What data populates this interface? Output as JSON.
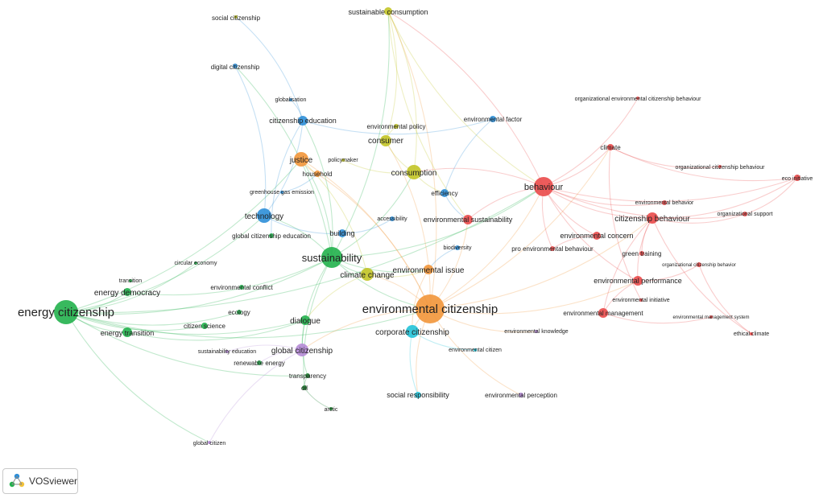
{
  "map": {
    "clusters": {
      "red": "#ea4a4a",
      "green": "#22b14c",
      "blue": "#2e8fd8",
      "yellow": "#c2c426",
      "purple": "#b58bd6",
      "cyan": "#23c3d8",
      "orange": "#f2963a",
      "darkgreen": "#1a7f2e"
    },
    "nodes": [
      {
        "id": "energy-citizenship",
        "label": "energy citizenship",
        "cluster": "green"
      },
      {
        "id": "energy-democracy",
        "label": "energy democracy",
        "cluster": "green"
      },
      {
        "id": "transition",
        "label": "transition",
        "cluster": "green"
      },
      {
        "id": "energy-transition",
        "label": "energy transition",
        "cluster": "green"
      },
      {
        "id": "circular-economy",
        "label": "circular economy",
        "cluster": "green"
      },
      {
        "id": "environmental-conflict",
        "label": "environmental conflict",
        "cluster": "green"
      },
      {
        "id": "ecology",
        "label": "ecology",
        "cluster": "green"
      },
      {
        "id": "citizen-science",
        "label": "citizen science",
        "cluster": "green"
      },
      {
        "id": "dialogue",
        "label": "dialogue",
        "cluster": "green"
      },
      {
        "id": "global-citizenship-education",
        "label": "global citizenship education",
        "cluster": "green"
      },
      {
        "id": "renewable-energy",
        "label": "renewable energy",
        "cluster": "green"
      },
      {
        "id": "transparency",
        "label": "transparency",
        "cluster": "darkgreen"
      },
      {
        "id": "oil",
        "label": "oil",
        "cluster": "darkgreen"
      },
      {
        "id": "arctic",
        "label": "arctic",
        "cluster": "darkgreen"
      },
      {
        "id": "sustainability",
        "label": "sustainability",
        "cluster": "green"
      },
      {
        "id": "social-citizenship",
        "label": "social citizenship",
        "cluster": "yellow"
      },
      {
        "id": "digital-citizenship",
        "label": "digital citizenship",
        "cluster": "blue"
      },
      {
        "id": "globalisation",
        "label": "globalisation",
        "cluster": "blue"
      },
      {
        "id": "citizenship-education",
        "label": "citizenship education",
        "cluster": "blue"
      },
      {
        "id": "technology",
        "label": "technology",
        "cluster": "blue"
      },
      {
        "id": "building",
        "label": "building",
        "cluster": "blue"
      },
      {
        "id": "efficiency",
        "label": "efficiency",
        "cluster": "blue"
      },
      {
        "id": "environmental-factor",
        "label": "environmental factor",
        "cluster": "blue"
      },
      {
        "id": "biodiversity",
        "label": "biodiversity",
        "cluster": "blue"
      },
      {
        "id": "accessibility",
        "label": "accessibility",
        "cluster": "blue"
      },
      {
        "id": "greenhouse-gas-emission",
        "label": "greenhouse gas emission",
        "cluster": "blue"
      },
      {
        "id": "sustainable-consumption",
        "label": "sustainable consumption",
        "cluster": "yellow"
      },
      {
        "id": "environmental-policy",
        "label": "environmental policy",
        "cluster": "yellow"
      },
      {
        "id": "consumer",
        "label": "consumer",
        "cluster": "yellow"
      },
      {
        "id": "policymaker",
        "label": "policymaker",
        "cluster": "yellow"
      },
      {
        "id": "consumption",
        "label": "consumption",
        "cluster": "yellow"
      },
      {
        "id": "climate-change",
        "label": "climate change",
        "cluster": "yellow"
      },
      {
        "id": "justice",
        "label": "justice",
        "cluster": "orange"
      },
      {
        "id": "household",
        "label": "household",
        "cluster": "orange"
      },
      {
        "id": "environmental-citizenship",
        "label": "environmental citizenship",
        "cluster": "orange"
      },
      {
        "id": "environmental-issue",
        "label": "environmental issue",
        "cluster": "orange"
      },
      {
        "id": "global-citizenship",
        "label": "global citizenship",
        "cluster": "purple"
      },
      {
        "id": "sustainability-education",
        "label": "sustainability education",
        "cluster": "purple"
      },
      {
        "id": "global-citizen",
        "label": "global citizen",
        "cluster": "purple"
      },
      {
        "id": "environmental-knowledge",
        "label": "environmental knowledge",
        "cluster": "purple"
      },
      {
        "id": "environmental-perception",
        "label": "environmental perception",
        "cluster": "purple"
      },
      {
        "id": "corporate-citizenship",
        "label": "corporate citizenship",
        "cluster": "cyan"
      },
      {
        "id": "environmental-citizen",
        "label": "environmental citizen",
        "cluster": "cyan"
      },
      {
        "id": "social-responsibility",
        "label": "social responsibility",
        "cluster": "cyan"
      },
      {
        "id": "behaviour",
        "label": "behaviour",
        "cluster": "red"
      },
      {
        "id": "climate",
        "label": "climate",
        "cluster": "red"
      },
      {
        "id": "organizational-environmental-citizenship-behaviour",
        "label": "organizational environmental citizenship behaviour",
        "cluster": "red"
      },
      {
        "id": "organizational-citizenship-behaviour",
        "label": "organizational citizenship behaviour",
        "cluster": "red"
      },
      {
        "id": "eco-initiative",
        "label": "eco initiative",
        "cluster": "red"
      },
      {
        "id": "environmental-behavior",
        "label": "environmental behavior",
        "cluster": "red"
      },
      {
        "id": "citizenship-behaviour",
        "label": "citizenship behaviour",
        "cluster": "red"
      },
      {
        "id": "organizational-support",
        "label": "organizational support",
        "cluster": "red"
      },
      {
        "id": "environmental-sustainability",
        "label": "environmental sustainability",
        "cluster": "red"
      },
      {
        "id": "environmental-concern",
        "label": "environmental concern",
        "cluster": "red"
      },
      {
        "id": "pro-environmental-behaviour",
        "label": "pro environmental behaviour",
        "cluster": "red"
      },
      {
        "id": "green-training",
        "label": "green training",
        "cluster": "red"
      },
      {
        "id": "organizational-citizenship-behavior",
        "label": "organizational citizenship behavior",
        "cluster": "red"
      },
      {
        "id": "environmental-performance",
        "label": "environmental performance",
        "cluster": "red"
      },
      {
        "id": "environmental-initiative",
        "label": "environmental initiative",
        "cluster": "red"
      },
      {
        "id": "environmental-management",
        "label": "environmental management",
        "cluster": "red"
      },
      {
        "id": "environmental-management-system",
        "label": "environmental management system",
        "cluster": "red"
      },
      {
        "id": "ethical-climate",
        "label": "ethical climate",
        "cluster": "red"
      }
    ],
    "edges": [
      [
        "energy-citizenship",
        "energy-democracy"
      ],
      [
        "energy-citizenship",
        "energy-transition"
      ],
      [
        "energy-citizenship",
        "sustainability"
      ],
      [
        "energy-citizenship",
        "dialogue"
      ],
      [
        "energy-citizenship",
        "ecology"
      ],
      [
        "energy-citizenship",
        "technology"
      ],
      [
        "energy-citizenship",
        "environmental-citizenship"
      ],
      [
        "energy-citizenship",
        "justice"
      ],
      [
        "energy-citizenship",
        "transparency"
      ],
      [
        "energy-citizenship",
        "citizen-science"
      ],
      [
        "energy-citizenship",
        "circular-economy"
      ],
      [
        "energy-citizenship",
        "behaviour"
      ],
      [
        "energy-citizenship",
        "global-citizen"
      ],
      [
        "energy-democracy",
        "sustainability"
      ],
      [
        "energy-transition",
        "dialogue"
      ],
      [
        "sustainability",
        "environmental-citizenship"
      ],
      [
        "sustainability",
        "technology"
      ],
      [
        "sustainability",
        "climate-change"
      ],
      [
        "sustainability",
        "behaviour"
      ],
      [
        "sustainability",
        "citizenship-education"
      ],
      [
        "sustainability",
        "consumption"
      ],
      [
        "sustainability",
        "global-citizenship"
      ],
      [
        "sustainability",
        "environmental-issue"
      ],
      [
        "sustainability",
        "justice"
      ],
      [
        "sustainability",
        "digital-citizenship"
      ],
      [
        "sustainability",
        "sustainable-consumption"
      ],
      [
        "sustainability",
        "oil"
      ],
      [
        "environmental-citizenship",
        "behaviour"
      ],
      [
        "environmental-citizenship",
        "climate-change"
      ],
      [
        "environmental-citizenship",
        "corporate-citizenship"
      ],
      [
        "environmental-citizenship",
        "social-responsibility"
      ],
      [
        "environmental-citizenship",
        "environmental-sustainability"
      ],
      [
        "environmental-citizenship",
        "citizenship-behaviour"
      ],
      [
        "environmental-citizenship",
        "environmental-knowledge"
      ],
      [
        "environmental-citizenship",
        "consumer"
      ],
      [
        "environmental-citizenship",
        "sustainable-consumption"
      ],
      [
        "environmental-citizenship",
        "environmental-perception"
      ],
      [
        "environmental-citizenship",
        "global-citizenship"
      ],
      [
        "environmental-citizenship",
        "justice"
      ],
      [
        "environmental-citizenship",
        "household"
      ],
      [
        "environmental-citizenship",
        "environmental-performance"
      ],
      [
        "environmental-citizenship",
        "climate"
      ],
      [
        "behaviour",
        "climate"
      ],
      [
        "behaviour",
        "citizenship-behaviour"
      ],
      [
        "behaviour",
        "eco-initiative"
      ],
      [
        "behaviour",
        "environmental-concern"
      ],
      [
        "behaviour",
        "environmental-behavior"
      ],
      [
        "behaviour",
        "organizational-environmental-citizenship-behaviour"
      ],
      [
        "behaviour",
        "environmental-sustainability"
      ],
      [
        "behaviour",
        "pro-environmental-behaviour"
      ],
      [
        "behaviour",
        "sustainable-consumption"
      ],
      [
        "behaviour",
        "consumption"
      ],
      [
        "behaviour",
        "environmental-performance"
      ],
      [
        "behaviour",
        "organizational-support"
      ],
      [
        "citizenship-behaviour",
        "environmental-performance"
      ],
      [
        "citizenship-behaviour",
        "green-training"
      ],
      [
        "citizenship-behaviour",
        "organizational-support"
      ],
      [
        "citizenship-behaviour",
        "eco-initiative"
      ],
      [
        "citizenship-behaviour",
        "environmental-management"
      ],
      [
        "citizenship-behaviour",
        "ethical-climate"
      ],
      [
        "climate",
        "eco-initiative"
      ],
      [
        "climate",
        "organizational-citizenship-behaviour"
      ],
      [
        "climate",
        "environmental-initiative"
      ],
      [
        "environmental-performance",
        "environmental-management"
      ],
      [
        "environmental-performance",
        "organizational-citizenship-behavior"
      ],
      [
        "environmental-management",
        "environmental-management-system"
      ],
      [
        "organizational-support",
        "eco-initiative"
      ],
      [
        "organizational-citizenship-behavior",
        "ethical-climate"
      ],
      [
        "environmental-concern",
        "pro-environmental-behaviour"
      ],
      [
        "technology",
        "citizenship-education"
      ],
      [
        "technology",
        "building"
      ],
      [
        "technology",
        "digital-citizenship"
      ],
      [
        "citizenship-education",
        "globalisation"
      ],
      [
        "citizenship-education",
        "social-citizenship"
      ],
      [
        "citizenship-education",
        "environmental-factor"
      ],
      [
        "citizenship-education",
        "global-citizenship-education"
      ],
      [
        "consumer",
        "sustainable-consumption"
      ],
      [
        "consumer",
        "consumption"
      ],
      [
        "consumption",
        "sustainable-consumption"
      ],
      [
        "consumption",
        "efficiency"
      ],
      [
        "climate-change",
        "justice"
      ],
      [
        "climate-change",
        "environmental-issue"
      ],
      [
        "climate-change",
        "dialogue"
      ],
      [
        "environmental-issue",
        "corporate-citizenship"
      ],
      [
        "corporate-citizenship",
        "social-responsibility"
      ],
      [
        "corporate-citizenship",
        "environmental-citizen"
      ],
      [
        "global-citizenship",
        "sustainability-education"
      ],
      [
        "global-citizenship",
        "global-citizen"
      ],
      [
        "global-citizenship",
        "renewable-energy"
      ],
      [
        "dialogue",
        "transparency"
      ],
      [
        "transparency",
        "oil"
      ],
      [
        "oil",
        "arctic"
      ],
      [
        "sustainable-consumption",
        "environmental-sustainability"
      ],
      [
        "sustainable-consumption",
        "behaviour"
      ],
      [
        "environmental-policy",
        "consumer"
      ],
      [
        "efficiency",
        "environmental-sustainability"
      ],
      [
        "justice",
        "household"
      ],
      [
        "building",
        "accessibility"
      ],
      [
        "biodiversity",
        "environmental-issue"
      ],
      [
        "greenhouse-gas-emission",
        "household"
      ],
      [
        "policymaker",
        "consumption"
      ],
      [
        "environmental-factor",
        "efficiency"
      ]
    ]
  },
  "footer": {
    "badge_label": "VOSviewer"
  }
}
